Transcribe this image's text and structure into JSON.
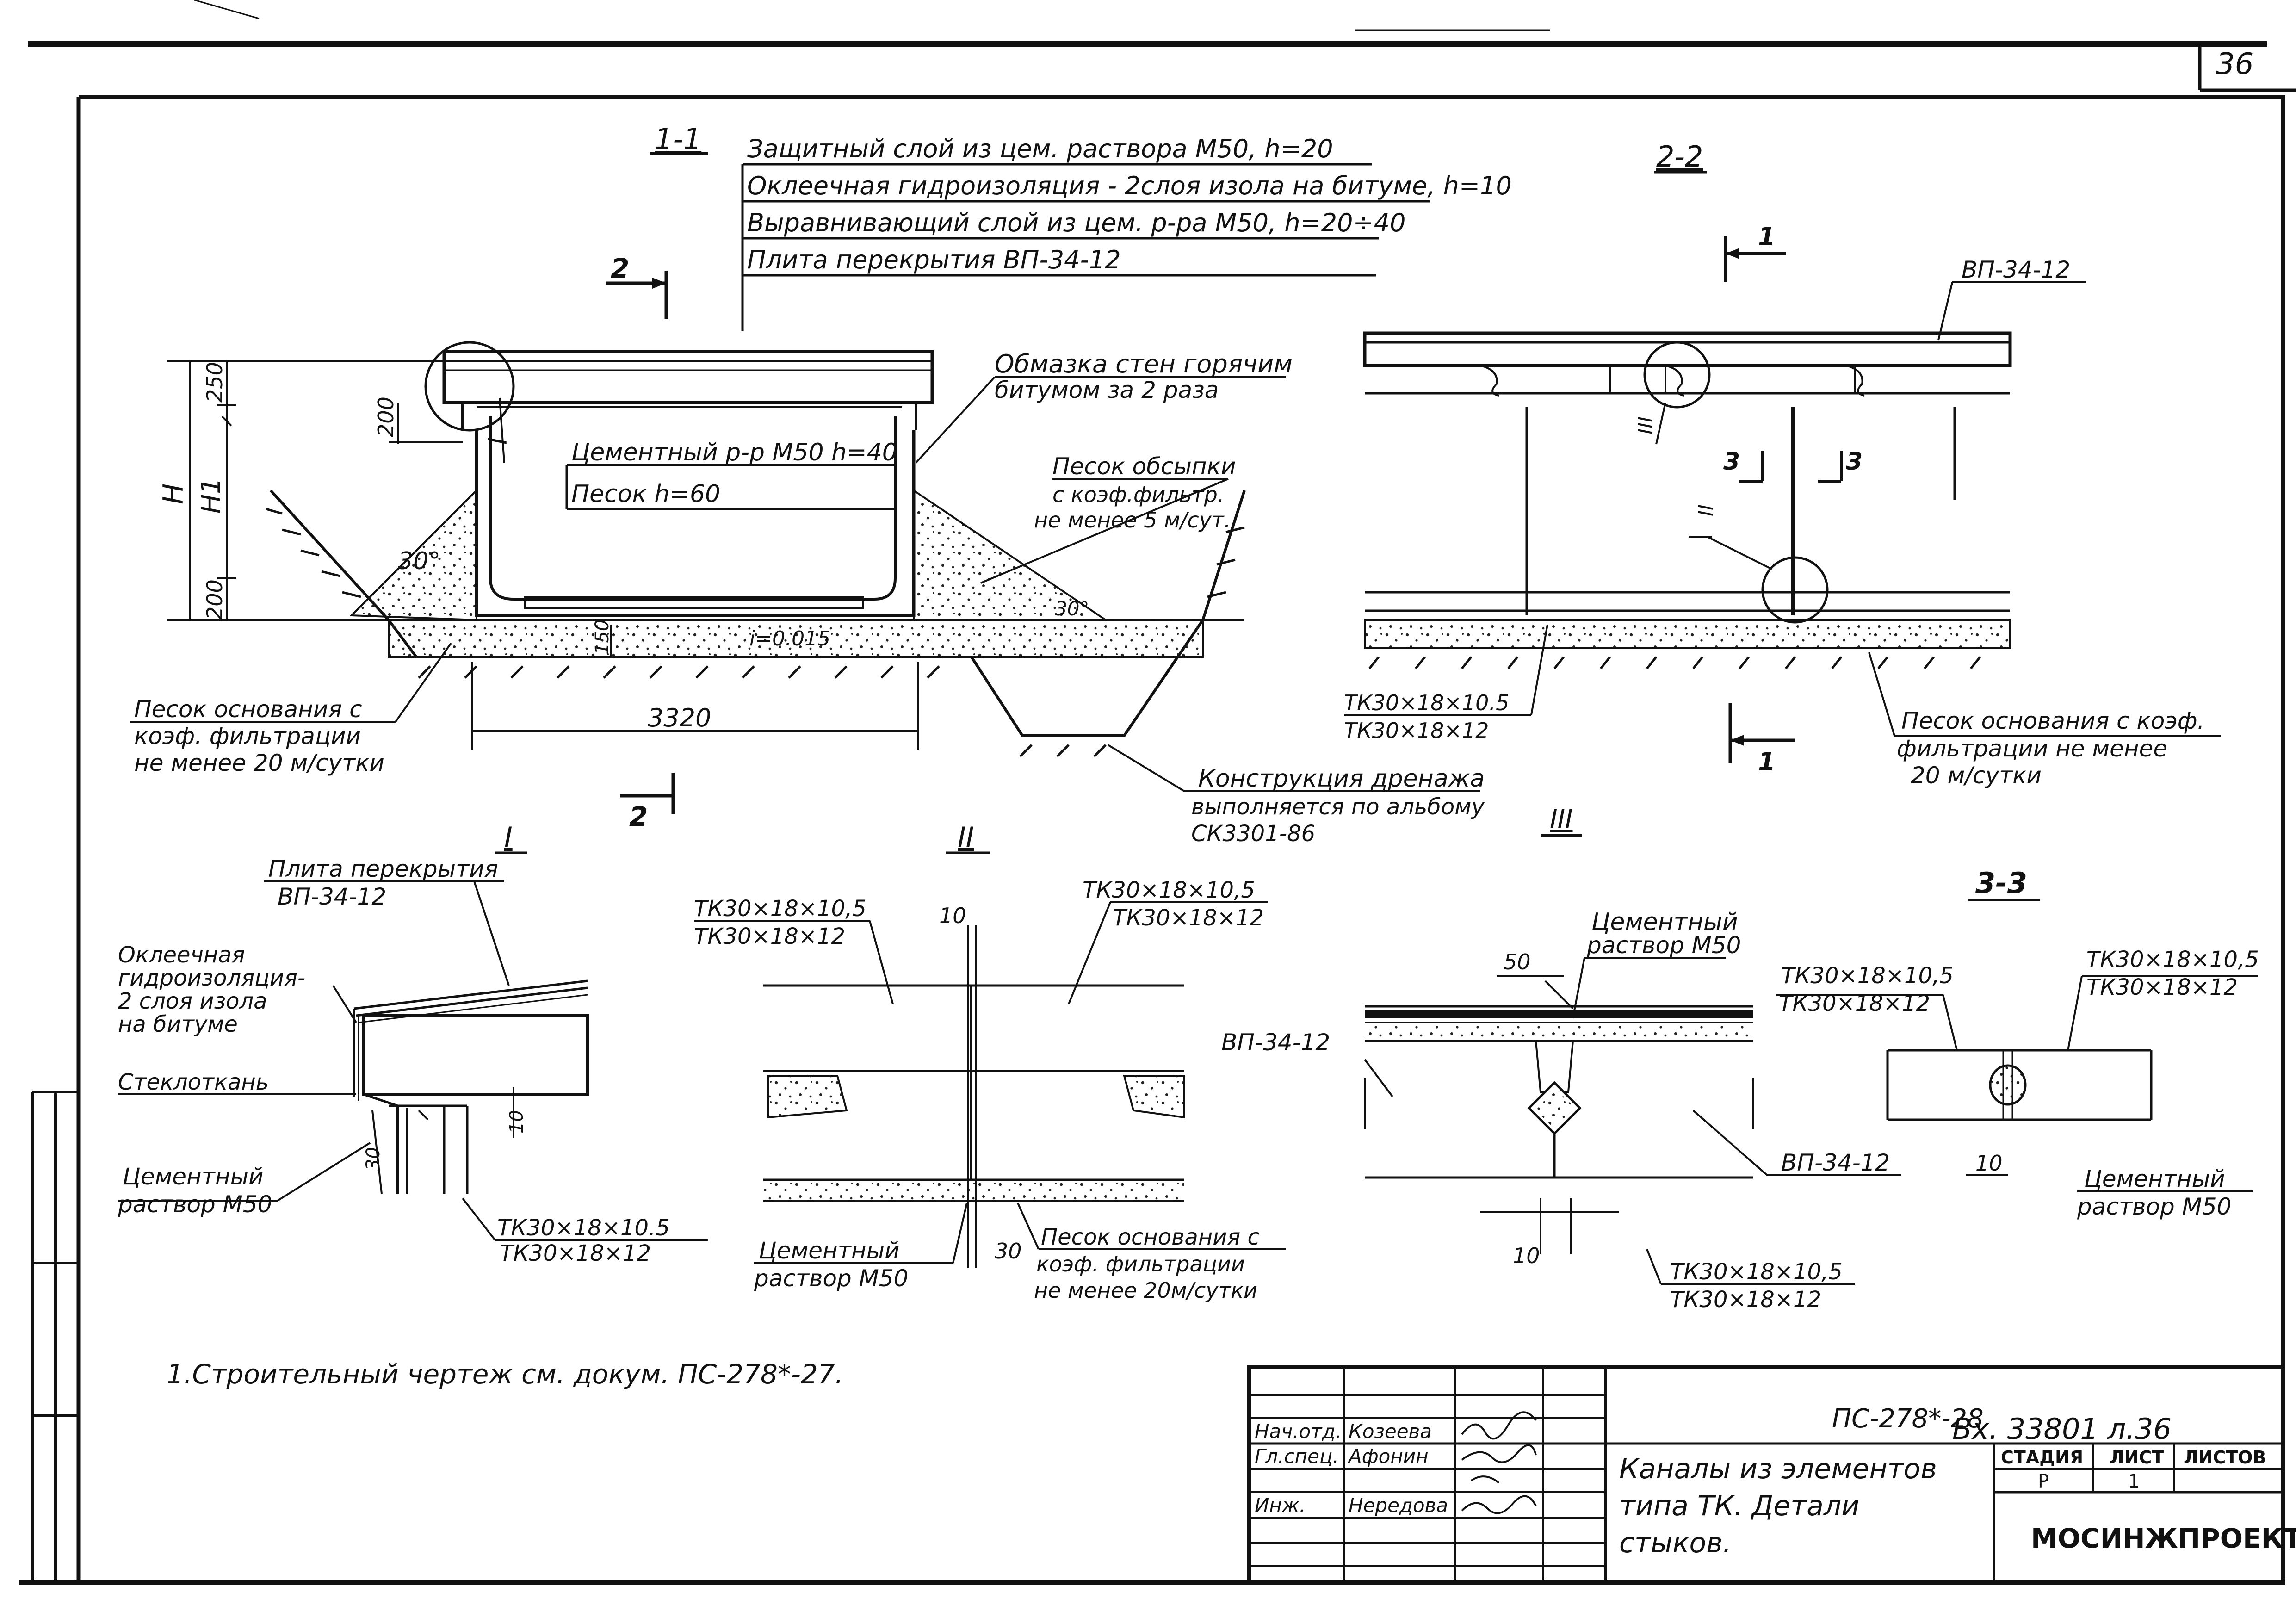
{
  "sheet": {
    "corner_number": "36",
    "footnote": "1.Строительный чертеж см. докум. ПС-278*-27."
  },
  "section_1_1": {
    "title": "1-1",
    "layers": [
      "Защитный слой из цем. раствора М50, h=20",
      "Оклеечная гидроизоляция - 2слоя изола на битуме, h=10",
      "Выравнивающий слой из цем. р-ра М50, h=20÷40",
      "Плита перекрытия ВП-34-12"
    ],
    "wall_coating": [
      "Обмазка стен горячим",
      "битумом за 2 раза"
    ],
    "mortar_bed": "Цементный р-р М50 h=40",
    "sand_bed": "Песок h=60",
    "backfill_sand": [
      "Песок обсыпки",
      "с коэф.фильтр.",
      "не менее 5 м/сут."
    ],
    "base_sand": [
      "Песок основания с",
      "коэф. фильтрации",
      "не менее 20 м/сутки"
    ],
    "drainage": [
      "Конструкция дренажа",
      "выполняется по альбому",
      "СК3301-86"
    ],
    "drainage_ref": "III",
    "detail_ref_1": "I",
    "cut_mark": "2",
    "dims": {
      "width": "3320",
      "top": "250",
      "slab": "200",
      "bottom": "200",
      "base": "150",
      "H": "H",
      "H1": "H1",
      "angle_left": "30°",
      "angle_right": "30°",
      "slope": "i=0.015"
    }
  },
  "section_2_2": {
    "title": "2-2",
    "slab": "ВП-34-12",
    "element_1": "ТК30×18×10.5",
    "element_2": "ТК30×18×12",
    "base_sand": [
      "Песок основания с коэф.",
      "фильтрации не менее",
      "20 м/сутки"
    ],
    "cut_mark_1": "1",
    "cut_mark_3": "3",
    "detail_ref_2": "II",
    "detail_ref_3": "III"
  },
  "detail_I": {
    "title": "I",
    "slab": [
      "Плита перекрытия",
      "ВП-34-12"
    ],
    "waterproofing": [
      "Оклеечная",
      "гидроизоляция-",
      "2 слоя изола",
      "на битуме"
    ],
    "fiberglass": "Стеклоткань",
    "mortar": [
      "Цементный",
      "раствор М50"
    ],
    "element_1": "ТК30×18×10.5",
    "element_2": "ТК30×18×12",
    "dims": {
      "a": "10",
      "b": "30"
    }
  },
  "detail_II": {
    "title": "II",
    "left_1": "ТК30×18×10,5",
    "left_2": "ТК30×18×12",
    "right_1": "ТК30×18×10,5",
    "right_2": "ТК30×18×12",
    "mortar": [
      "Цементный",
      "раствор М50"
    ],
    "sand": [
      "Песок основания с",
      "коэф. фильтрации",
      "не менее 20м/сутки"
    ],
    "dims": {
      "gap": "10",
      "bottom": "30"
    }
  },
  "detail_III": {
    "slab_left": "ВП-34-12",
    "slab_right": "ВП-34-12",
    "mortar": [
      "Цементный",
      "раствор М50"
    ],
    "element_1": "ТК30×18×10,5",
    "element_2": "ТК30×18×12",
    "dims": {
      "top": "50",
      "bottom": "10"
    }
  },
  "section_3_3": {
    "title": "3-3",
    "left_1": "ТК30×18×10,5",
    "left_2": "ТК30×18×12",
    "right_1": "ТК30×18×10,5",
    "right_2": "ТК30×18×12",
    "mortar": [
      "Цементный",
      "раствор М50"
    ],
    "dim": "10"
  },
  "title_block": {
    "doc_code": "ПС-278*-28",
    "archive": "Вх. 33801 л.36",
    "title": [
      "Каналы из элементов",
      "типа ТК. Детали",
      "стыков."
    ],
    "stage_label": "СТАДИЯ",
    "sheet_label": "ЛИСТ",
    "sheets_label": "ЛИСТОВ",
    "stage_value": "Р",
    "sheet_value": "1",
    "organization": "МОСИНЖПРОЕКТ",
    "roles": [
      {
        "role": "Нач.отд.",
        "name": "Козеева"
      },
      {
        "role": "Гл.спец.",
        "name": "Афонин"
      },
      {
        "role": "",
        "name": ""
      },
      {
        "role": "Инж.",
        "name": "Нередова"
      }
    ]
  }
}
